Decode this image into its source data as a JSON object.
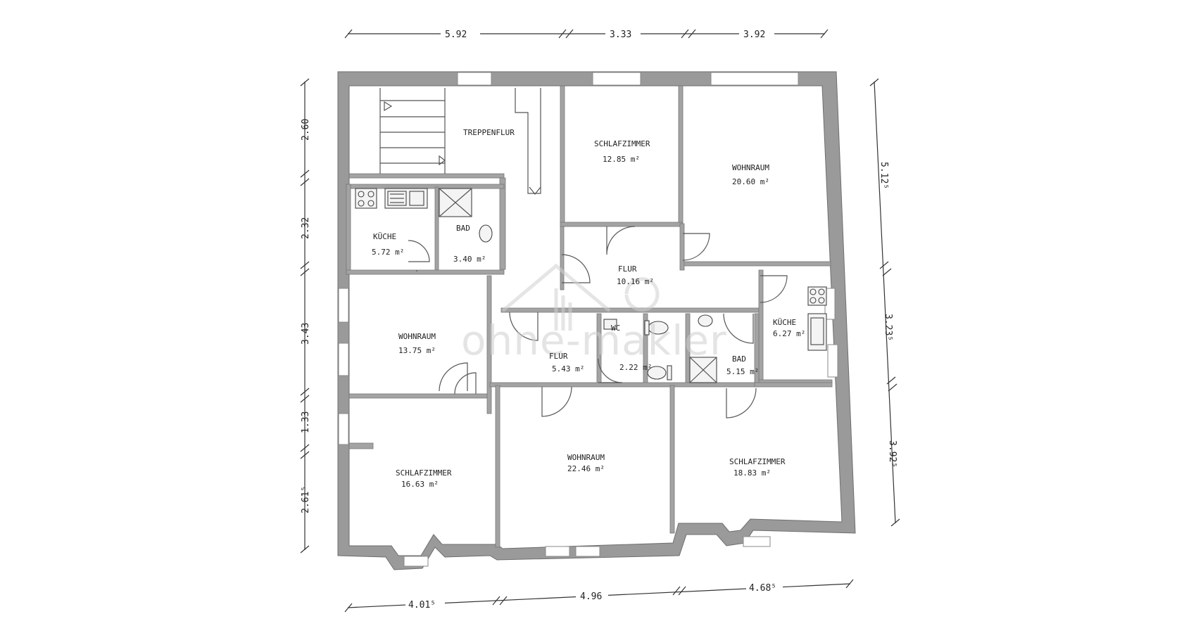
{
  "rooms": [
    {
      "name": "TREPPENFLUR",
      "area": ""
    },
    {
      "name": "SCHLAFZIMMER",
      "area": "12.85 m²"
    },
    {
      "name": "WOHNRAUM",
      "area": "20.60 m²"
    },
    {
      "name": "KÜCHE",
      "area": "5.72 m²"
    },
    {
      "name": "BAD",
      "area": "3.40 m²"
    },
    {
      "name": "FLUR",
      "area": "10.16 m²"
    },
    {
      "name": "WOHNRAUM",
      "area": "13.75 m²"
    },
    {
      "name": "WC",
      "area": "2.22 m²"
    },
    {
      "name": "FLUR",
      "area": "5.43 m²"
    },
    {
      "name": "KÜCHE",
      "area": "6.27 m²"
    },
    {
      "name": "BAD",
      "area": "5.15 m²"
    },
    {
      "name": "SCHLAFZIMMER",
      "area": "16.63 m²"
    },
    {
      "name": "WOHNRAUM",
      "area": "22.46 m²"
    },
    {
      "name": "SCHLAFZIMMER",
      "area": "18.83 m²"
    }
  ],
  "dimensions": {
    "top": [
      "5.92",
      "3.33",
      "3.92"
    ],
    "left": [
      "2.60",
      "2.32",
      "3.43",
      "1.33",
      "2.61⁵"
    ],
    "right": [
      "5.12⁵",
      "3.23⁵",
      "3.92⁵"
    ],
    "bottom": [
      "4.01⁵",
      "4.96",
      "4.68⁵"
    ]
  },
  "watermark": "ohne-makler"
}
